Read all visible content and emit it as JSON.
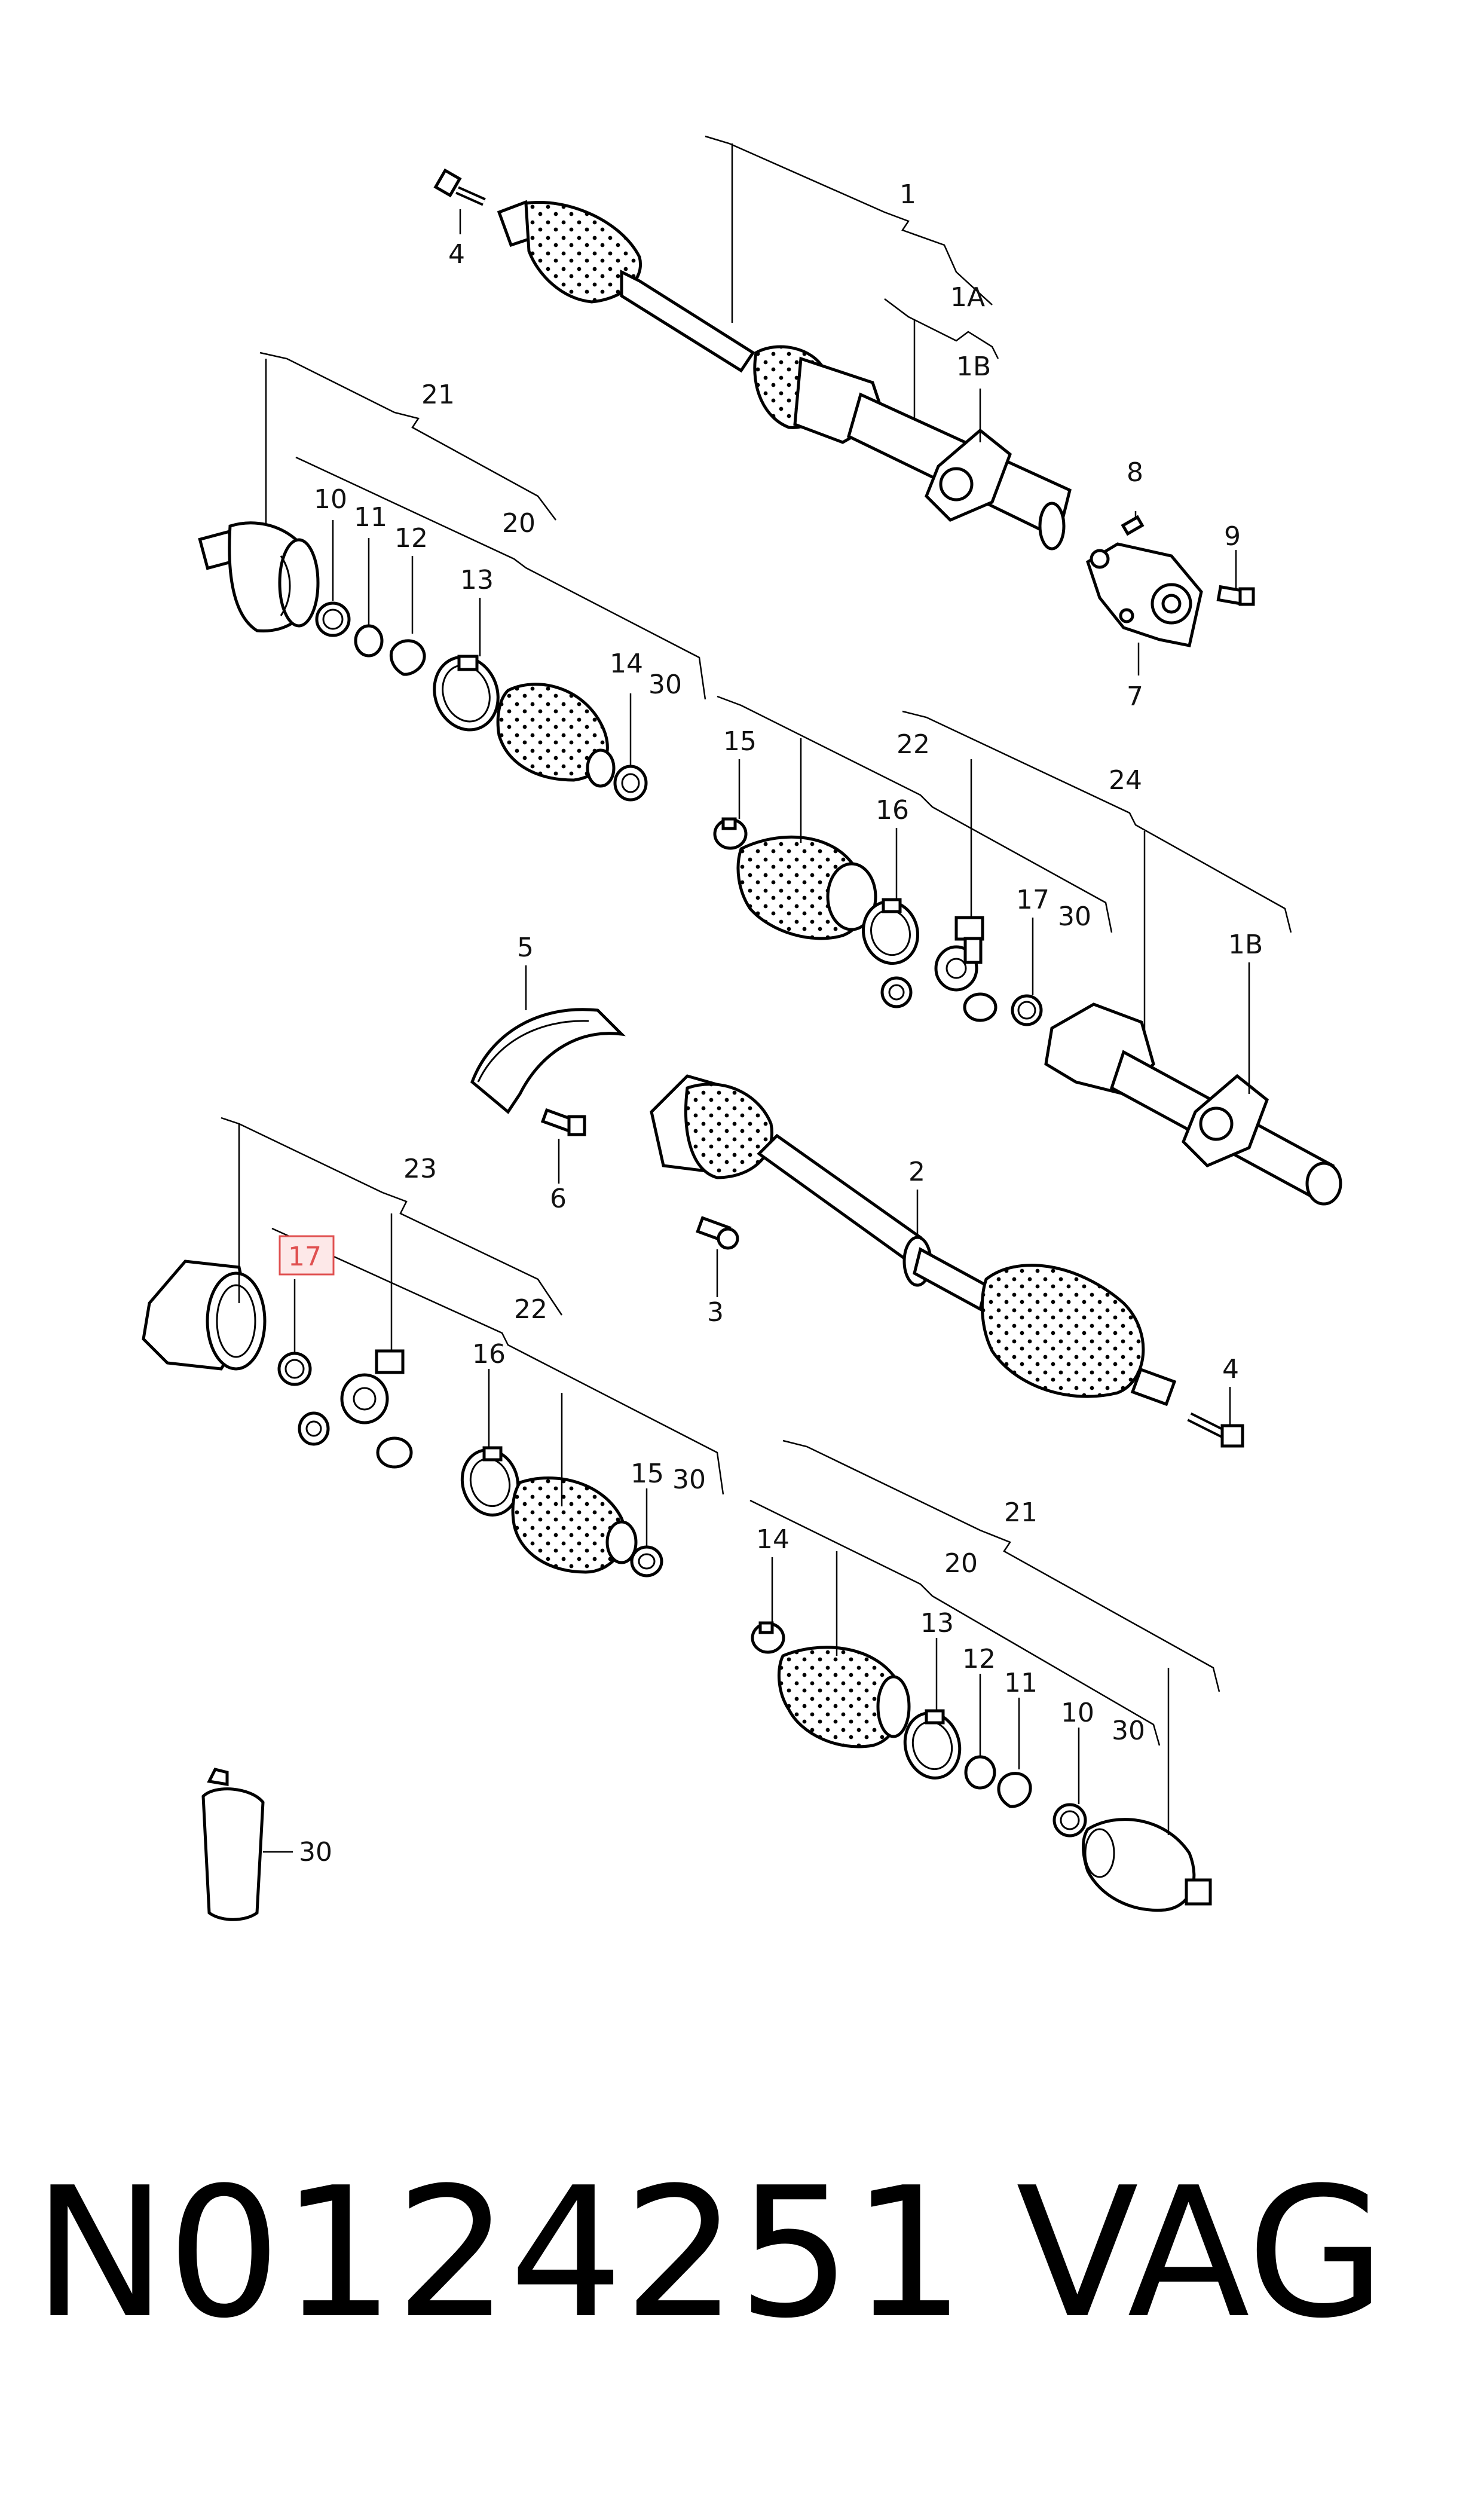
{
  "callouts": {
    "c1": "1",
    "c1a": "1A",
    "c1b_top": "1B",
    "c2": "2",
    "c3": "3",
    "c4_top": "4",
    "c4_bottom": "4",
    "c5": "5",
    "c6": "6",
    "c7": "7",
    "c8": "8",
    "c9": "9",
    "c10_top": "10",
    "c11_top": "11",
    "c12_top": "12",
    "c13_top": "13",
    "c14_top": "14",
    "c30_a": "30",
    "c20_top": "20",
    "c21_top": "21",
    "c15_top": "15",
    "c16_top": "16",
    "c22_top": "22",
    "c17_top": "17",
    "c30_b": "30",
    "c24": "24",
    "c1b_mid": "1B",
    "c23": "23",
    "c17_highlight": "17",
    "c22_bottom": "22",
    "c16_bottom": "16",
    "c15_bottom": "15",
    "c30_c": "30",
    "c21_bottom": "21",
    "c20_bottom": "20",
    "c14_bottom": "14",
    "c13_bottom": "13",
    "c12_bottom": "12",
    "c11_bottom": "11",
    "c10_bottom": "10",
    "c30_d": "30",
    "c30_tube": "30"
  },
  "highlight_color": "#e05050",
  "footer": {
    "part_number": "N0124251",
    "brand": "VAG"
  }
}
